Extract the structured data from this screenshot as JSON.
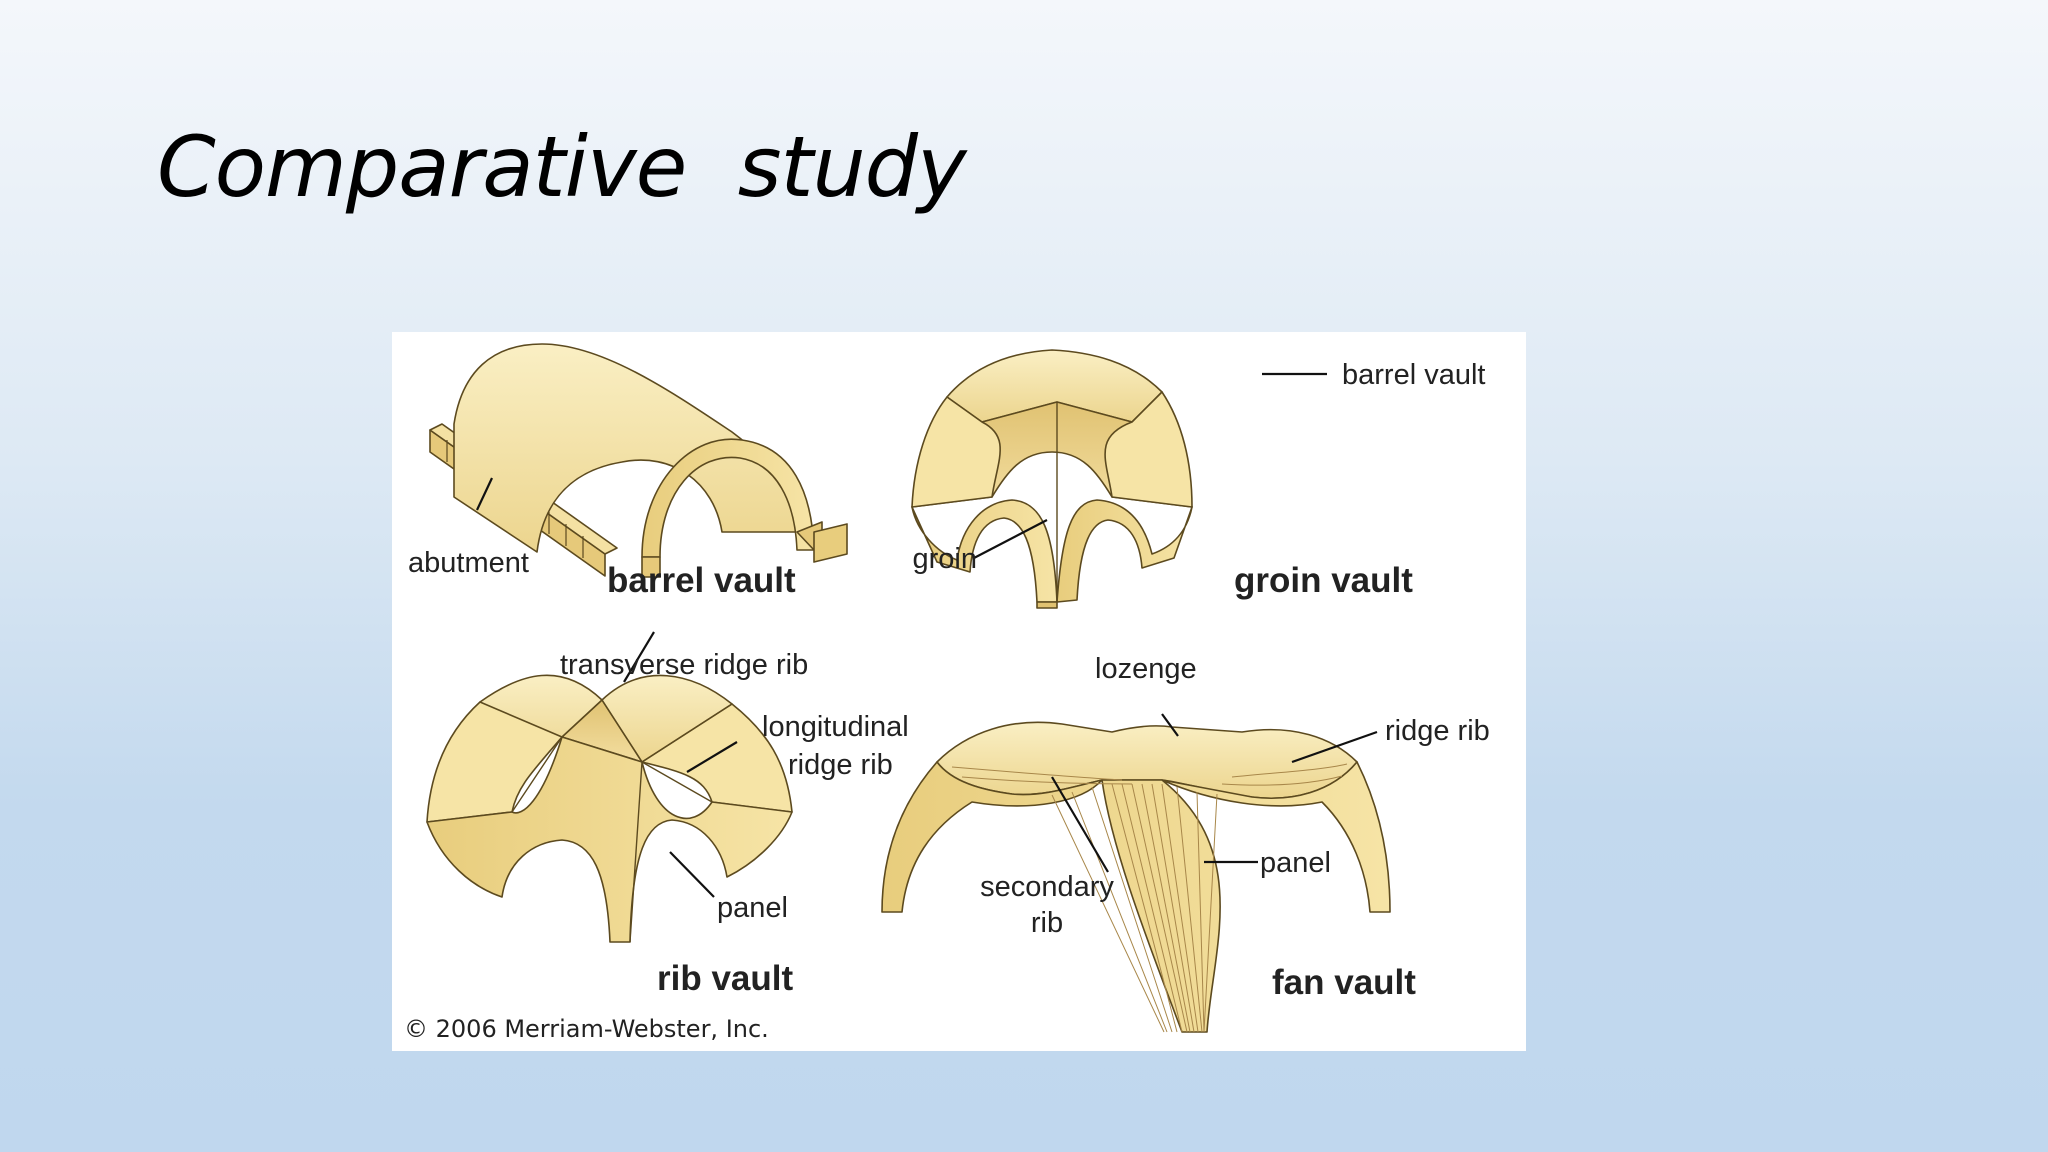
{
  "slide": {
    "title": "Comparative  study"
  },
  "figure": {
    "vaults": {
      "barrel": {
        "name": "barrel vault",
        "labels": {
          "abutment": "abutment"
        }
      },
      "groin": {
        "name": "groin vault",
        "labels": {
          "barrel_vault": "barrel vault",
          "groin": "groin"
        }
      },
      "rib": {
        "name": "rib vault",
        "labels": {
          "transverse": "transverse ridge rib",
          "longitudinal_1": "longitudinal",
          "longitudinal_2": "ridge rib",
          "panel": "panel"
        }
      },
      "fan": {
        "name": "fan vault",
        "labels": {
          "lozenge": "lozenge",
          "ridge_rib": "ridge rib",
          "panel": "panel",
          "secondary_1": "secondary",
          "secondary_2": "rib"
        }
      }
    },
    "copyright": "© 2006 Merriam-Webster, Inc.",
    "colors": {
      "light": "#f7e9b5",
      "mid": "#ecd58e",
      "dark": "#d8b866",
      "edge": "#5c4a1f"
    }
  }
}
